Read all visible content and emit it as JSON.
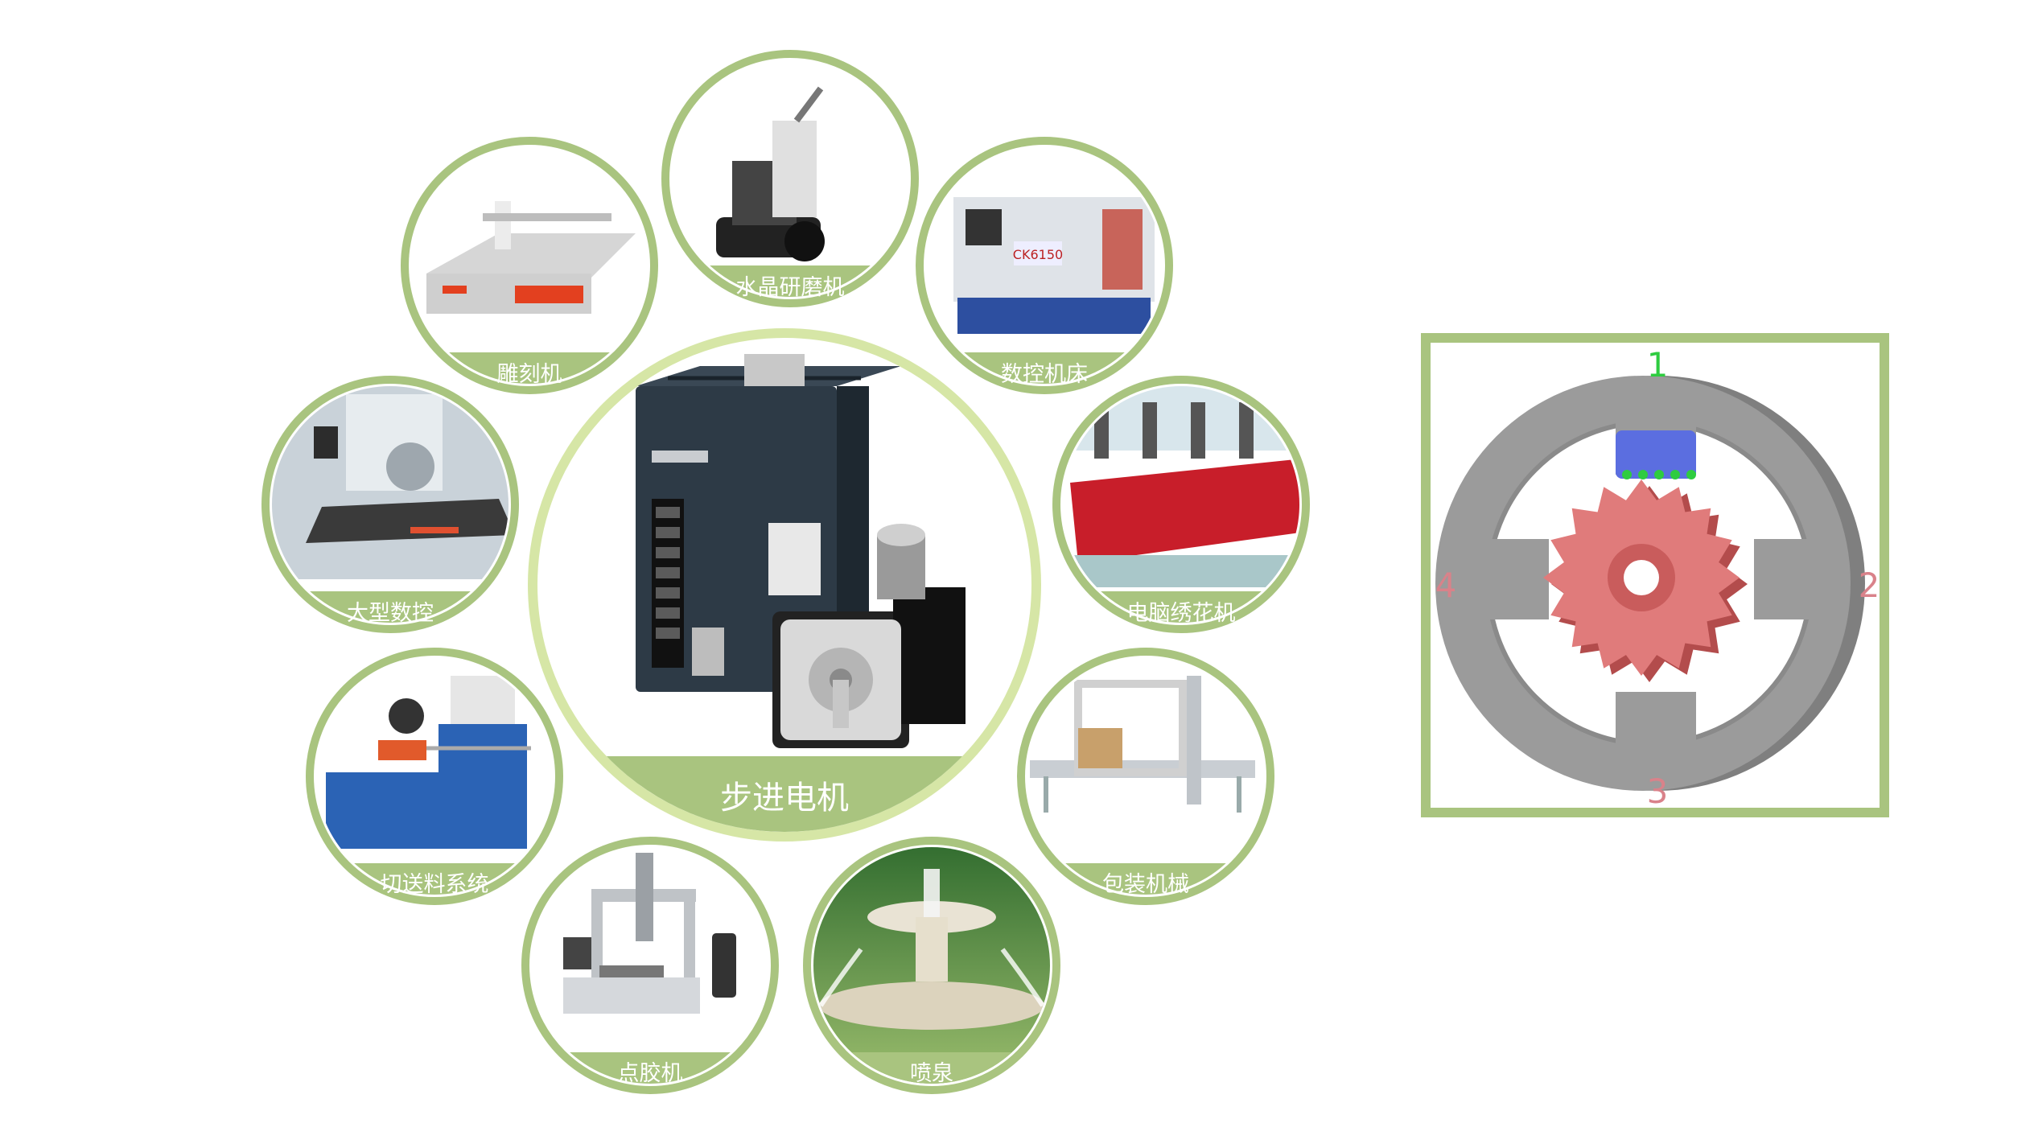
{
  "center": {
    "label": "步进电机"
  },
  "applications": [
    {
      "label": "水晶研磨机",
      "icon": "floor-grinder-image"
    },
    {
      "label": "数控机床",
      "icon": "cnc-lathe-image"
    },
    {
      "label": "电脑绣花机",
      "icon": "embroidery-machine-image"
    },
    {
      "label": "包装机械",
      "icon": "packaging-machine-image"
    },
    {
      "label": "喷泉",
      "icon": "fountain-image"
    },
    {
      "label": "点胶机",
      "icon": "glue-dispenser-image"
    },
    {
      "label": "切送料系统",
      "icon": "cutting-feeder-image"
    },
    {
      "label": "大型数控",
      "icon": "turret-punch-image"
    },
    {
      "label": "雕刻机",
      "icon": "cnc-router-image"
    }
  ],
  "motor_diagram": {
    "pole_labels": [
      "1",
      "2",
      "3",
      "4"
    ],
    "colors": {
      "frame": "#a9c47f",
      "stator": "#9b9b9b",
      "rotor": "#e07b7b",
      "active_pole": "#5b6ee0",
      "active_label": "#2ecc40",
      "inactive_label": "#d9828a"
    }
  },
  "colors": {
    "ring": "#a9c47f",
    "center_ring": "#d6e6a6",
    "caption_band": "#a9c47f"
  }
}
